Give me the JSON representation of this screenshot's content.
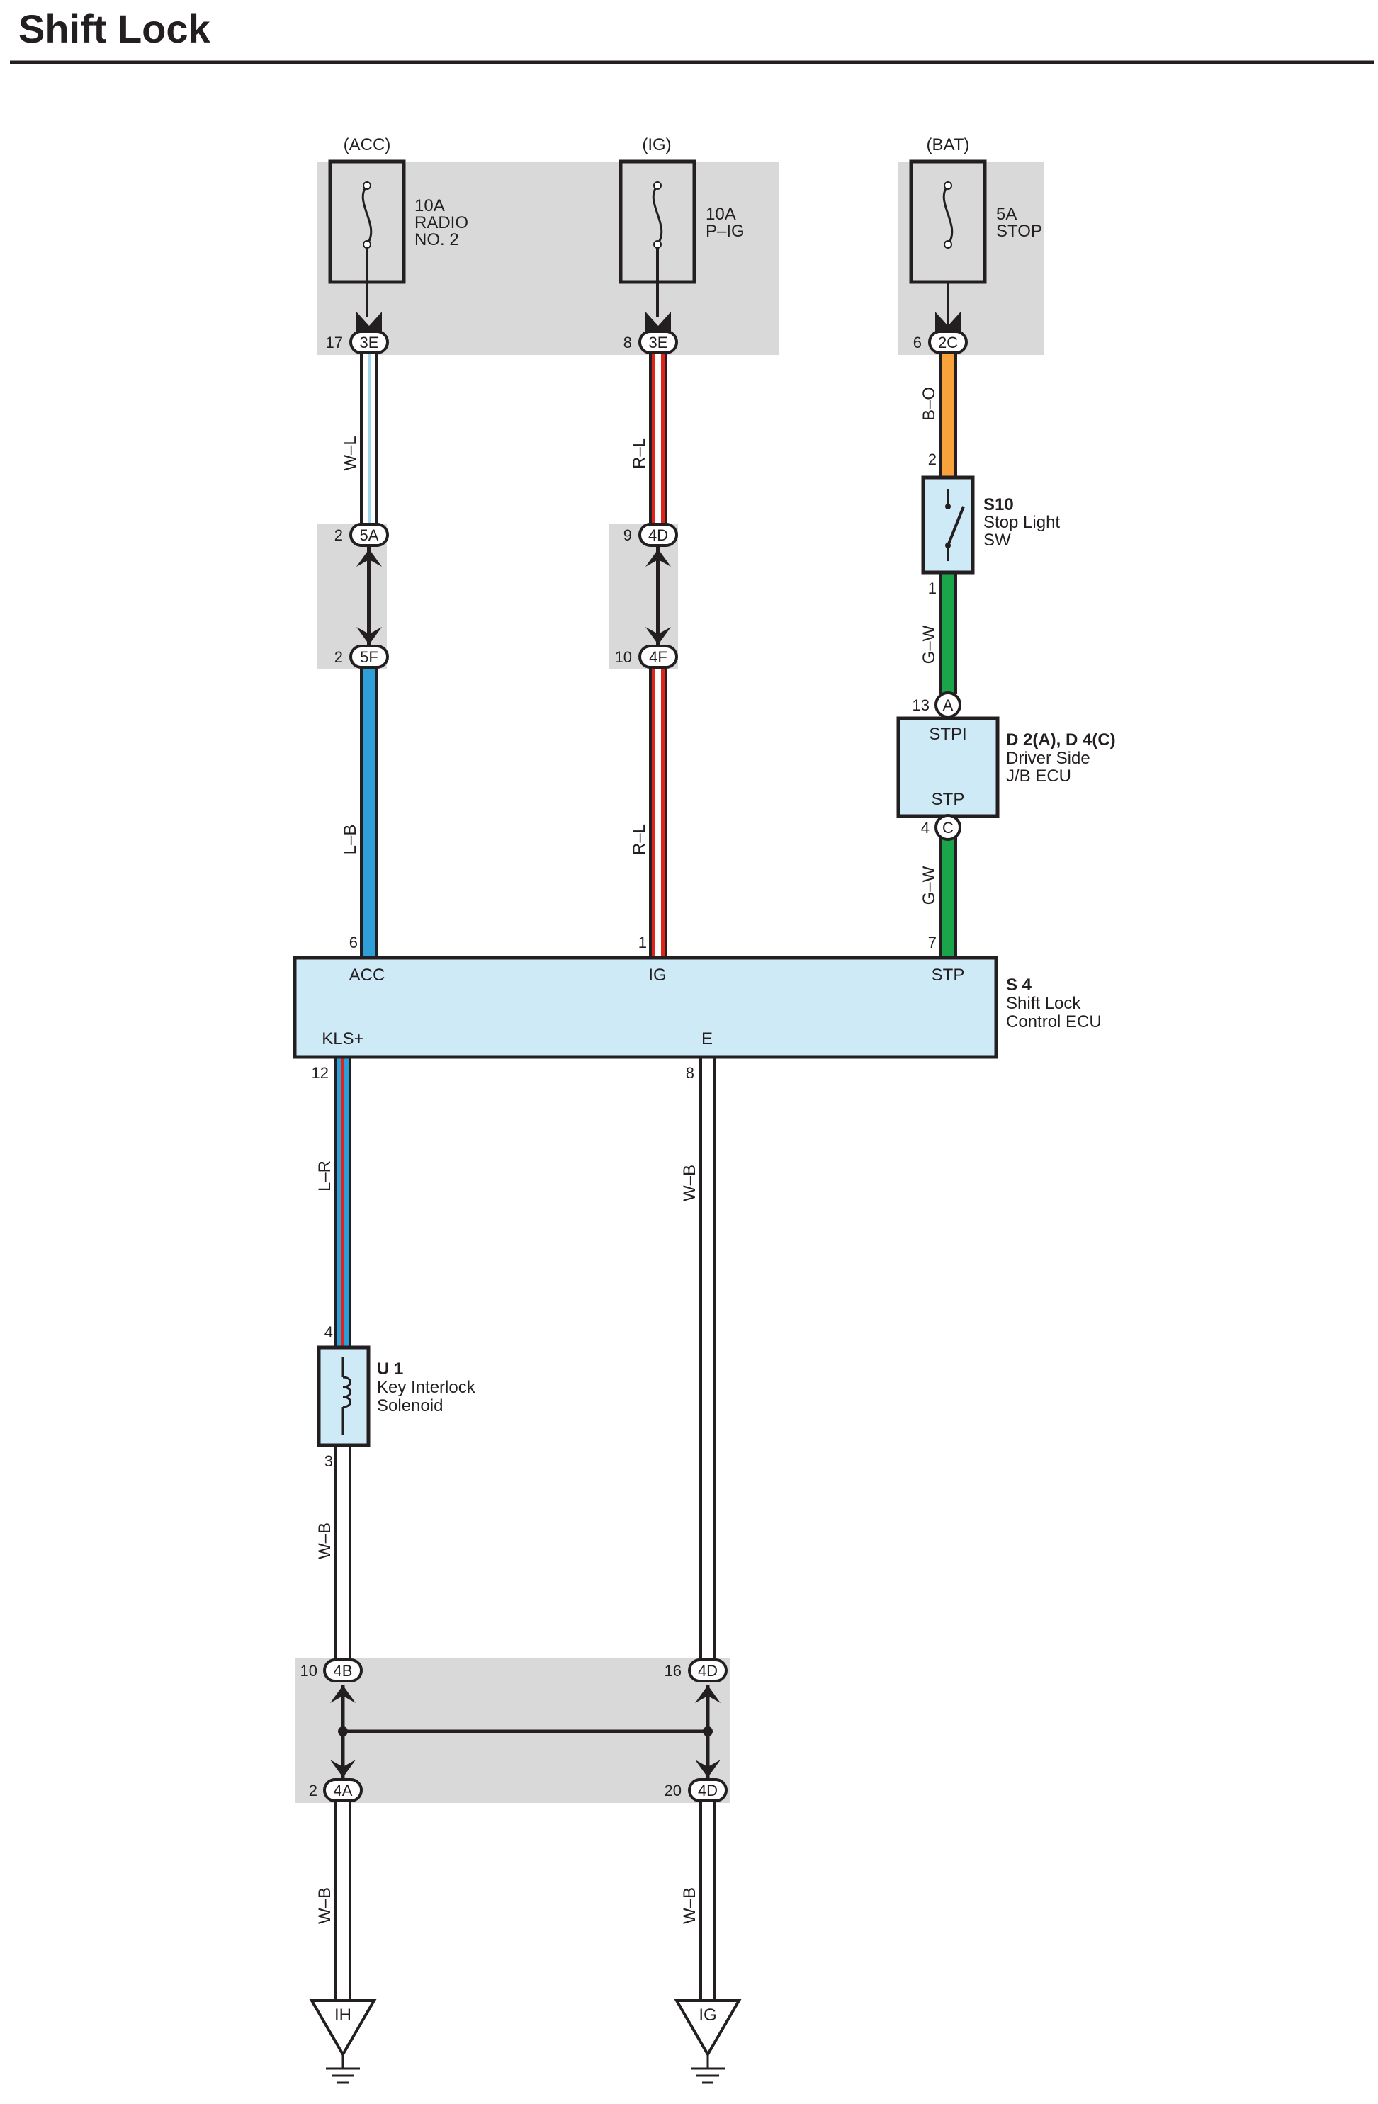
{
  "title": "Shift Lock",
  "colors": {
    "white": "#ffffff",
    "blue": "#2e9fd9",
    "light_blue": "#9fd6ea",
    "red": "#e2231a",
    "green": "#1aa54a",
    "orange": "#f7a23b",
    "black": "#231f20",
    "panel": "#d9d9d9",
    "component_fill": "#cfeaf7"
  },
  "fuses": [
    {
      "supply": "(ACC)",
      "rating": "10A",
      "name_lines": [
        "RADIO",
        "NO. 2"
      ]
    },
    {
      "supply": "(IG)",
      "rating": "10A",
      "name_lines": [
        "P–IG"
      ]
    },
    {
      "supply": "(BAT)",
      "rating": "5A",
      "name_lines": [
        "STOP"
      ]
    }
  ],
  "connectors": {
    "acc_top": {
      "pin": "17",
      "id": "3E"
    },
    "ig_top": {
      "pin": "8",
      "id": "3E"
    },
    "bat_top": {
      "pin": "6",
      "id": "2C"
    },
    "acc_j1": {
      "pin": "2",
      "id": "5A"
    },
    "acc_j2": {
      "pin": "2",
      "id": "5F"
    },
    "ig_j1": {
      "pin": "9",
      "id": "4D"
    },
    "ig_j2": {
      "pin": "10",
      "id": "4F"
    },
    "jb_a": {
      "pin": "13",
      "id": "A"
    },
    "jb_c": {
      "pin": "4",
      "id": "C"
    },
    "gnd_l1": {
      "pin": "10",
      "id": "4B"
    },
    "gnd_l2": {
      "pin": "2",
      "id": "4A"
    },
    "gnd_r1": {
      "pin": "16",
      "id": "4D"
    },
    "gnd_r2": {
      "pin": "20",
      "id": "4D"
    }
  },
  "wires": {
    "w_l": "W–L",
    "r_l_top": "R–L",
    "b_o": "B–O",
    "g_w_top": "G–W",
    "l_b": "L–B",
    "r_l_mid": "R–L",
    "g_w_mid": "G–W",
    "l_r": "L–R",
    "w_b_e": "W–B",
    "w_b_sol": "W–B",
    "w_b_gl": "W–B",
    "w_b_gr": "W–B"
  },
  "stop_switch": {
    "id": "S10",
    "name_lines": [
      "Stop Light",
      "SW"
    ],
    "pin_top": "2",
    "pin_bottom": "1"
  },
  "jb_ecu": {
    "id": "D 2(A), D 4(C)",
    "name_lines": [
      "Driver Side",
      "J/B ECU"
    ],
    "terminal_top": "STPI",
    "terminal_bottom": "STP"
  },
  "shift_ecu": {
    "id": "S 4",
    "name_lines": [
      "Shift Lock",
      "Control ECU"
    ],
    "pins": {
      "acc": "6",
      "ig": "1",
      "stp": "7",
      "kls": "12",
      "e": "8"
    },
    "terminals": {
      "acc": "ACC",
      "ig": "IG",
      "stp": "STP",
      "kls": "KLS+",
      "e": "E"
    }
  },
  "solenoid": {
    "id": "U 1",
    "name_lines": [
      "Key Interlock",
      "Solenoid"
    ],
    "pin_top": "4",
    "pin_bottom": "3"
  },
  "grounds": [
    {
      "label": "IH"
    },
    {
      "label": "IG"
    }
  ]
}
